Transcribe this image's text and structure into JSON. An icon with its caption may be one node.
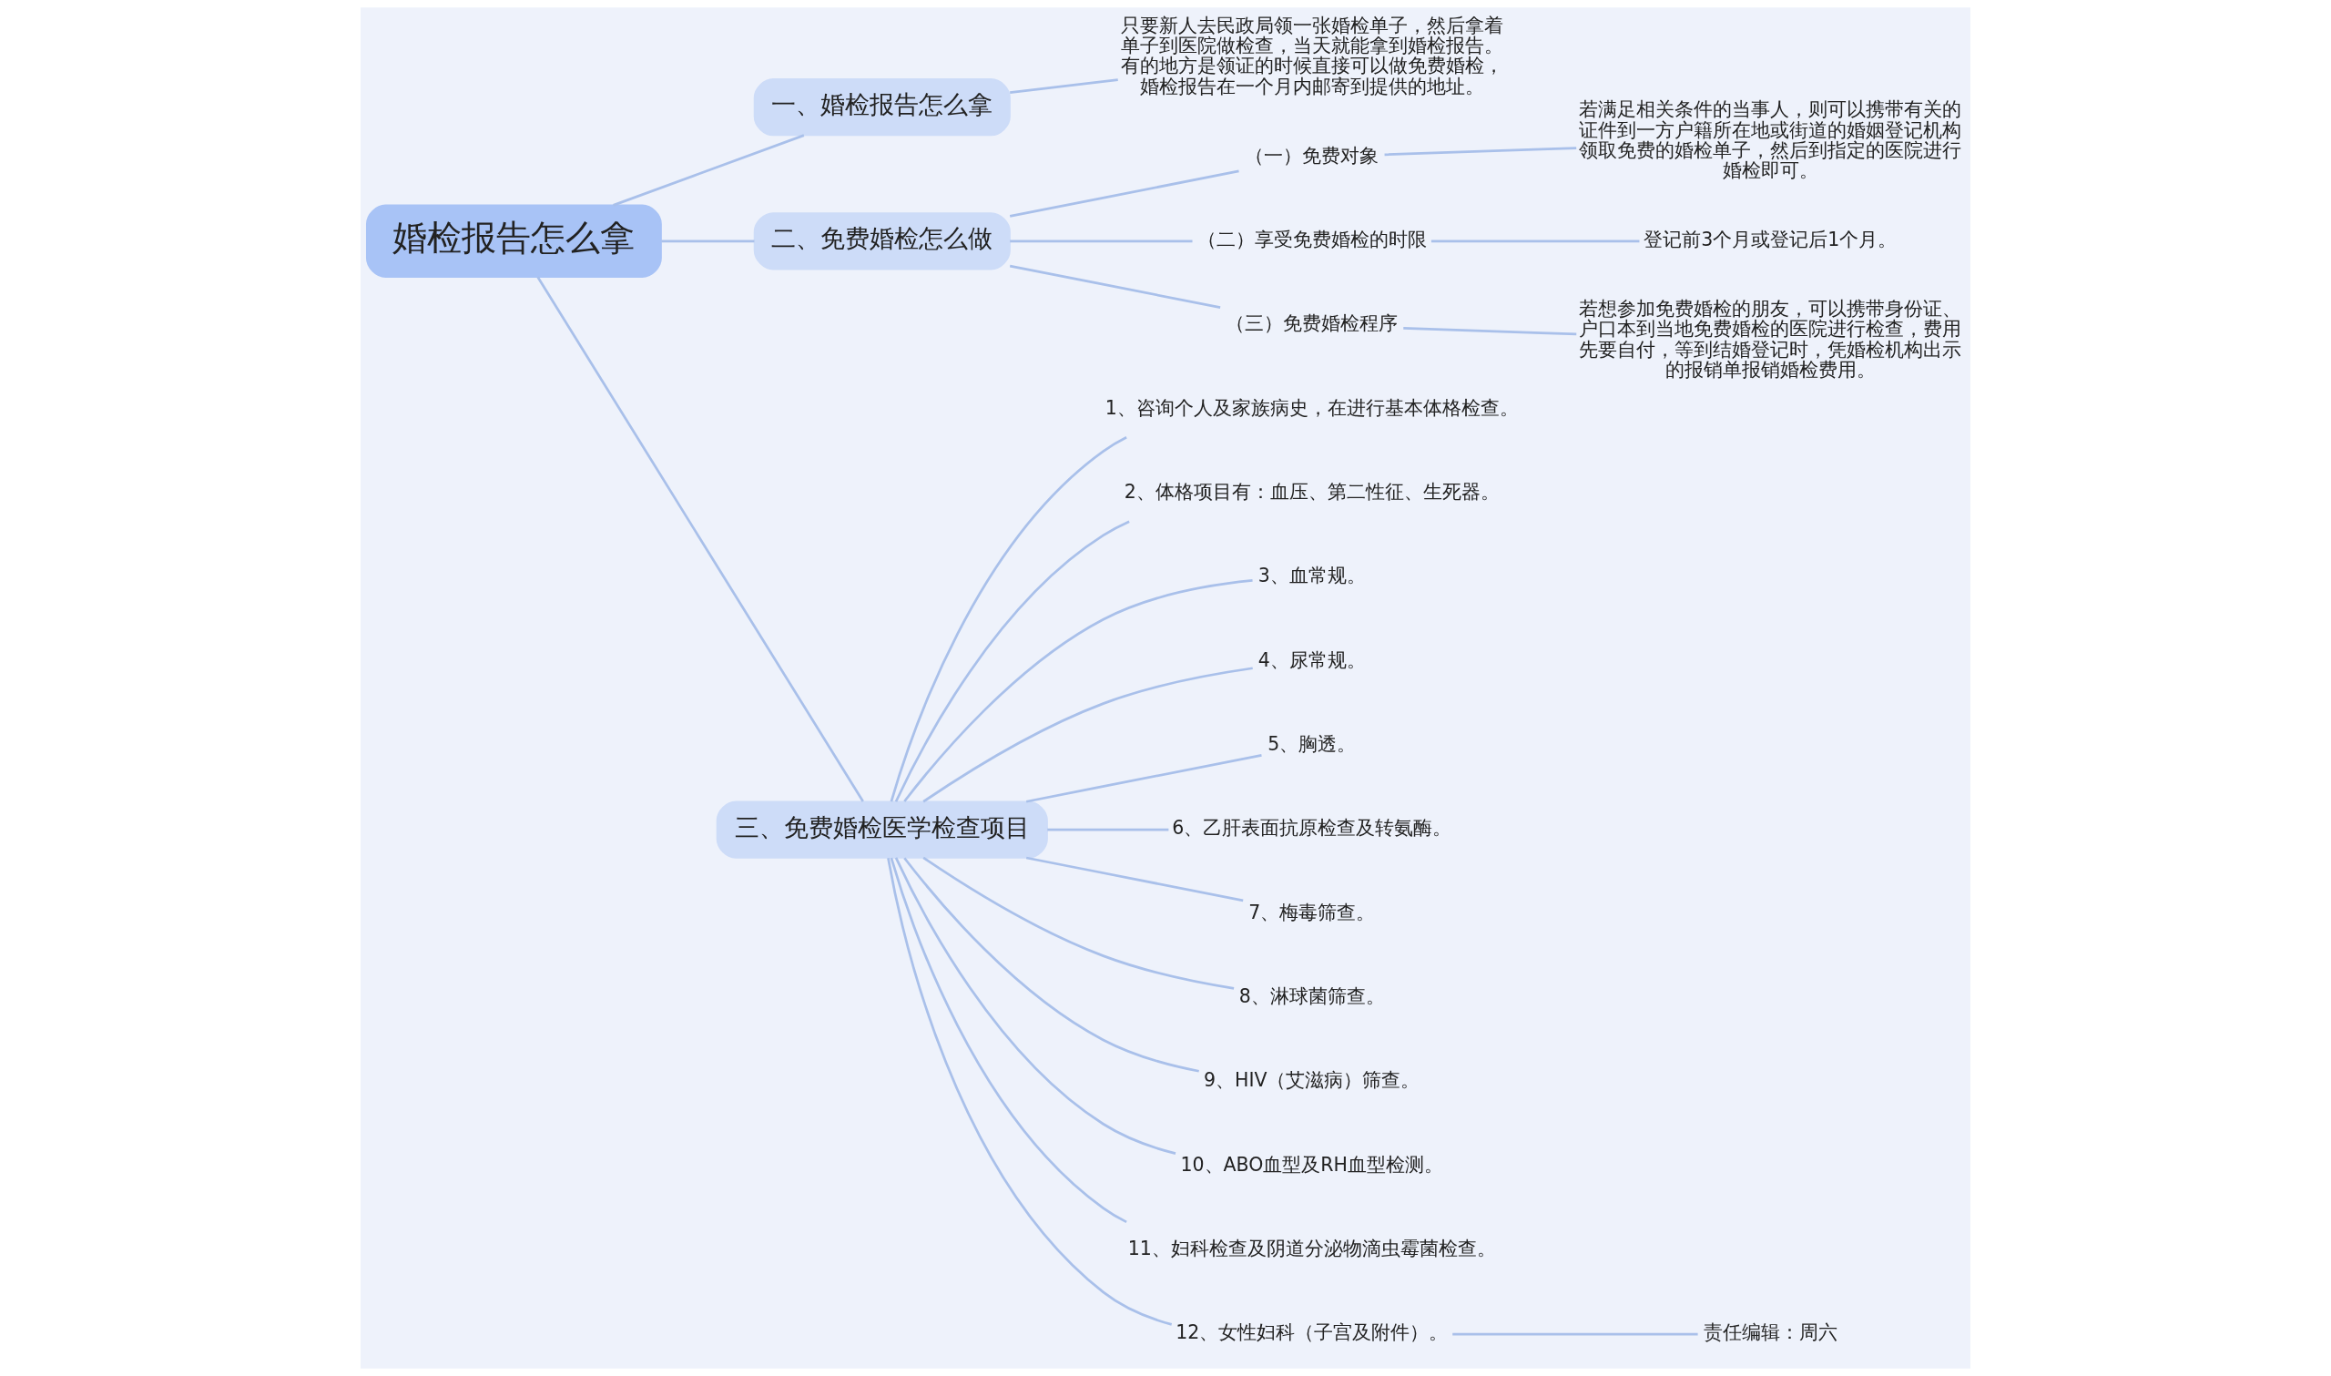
{
  "diagram": {
    "nodes": [
      {
        "text": [
          "婚检报告怎么拿"
        ]
      },
      {
        "text": [
          "一、婚检报告怎么拿"
        ]
      },
      {
        "text": [
          "只要新人去民政局领一张婚检单子，然后拿着单子到医院做检查，当天就能拿到婚检报告。有的地方是领证的时候直接可以做免费婚检，婚检报告在一个月内邮寄到提供的地址。"
        ]
      },
      {
        "text": [
          "二、免费婚检怎么做"
        ]
      },
      {
        "text": [
          "（一）免费对象"
        ]
      },
      {
        "text": [
          "若满足相关条件的当事人，则可以携带有关的证件到一方户籍所在地或街道的婚姻登记机构领取免费的婚检单子，然后到指定的医院进行婚检即可。"
        ]
      },
      {
        "text": [
          "（二）享受免费婚检的时限"
        ]
      },
      {
        "text": [
          "登记前3个月或登记后1个月。"
        ]
      },
      {
        "text": [
          "（三）免费婚检程序"
        ]
      },
      {
        "text": [
          "若想参加免费婚检的朋友，可以携带身份证、户口本到当地免费婚检的医院进行检查，费用先要自付，等到结婚登记时，凭婚检机构出示的报销单报销婚检费用。"
        ]
      },
      {
        "text": [
          "三、免费婚检医学检查项目"
        ]
      },
      {
        "text": [
          "1、咨询个人及家族病史，在进行基本体格检查。"
        ]
      },
      {
        "text": [
          "2、体格项目有：血压、第二性征、生死器。"
        ]
      },
      {
        "text": [
          "3、血常规。"
        ]
      },
      {
        "text": [
          "4、尿常规。"
        ]
      },
      {
        "text": [
          "5、胸透。"
        ]
      },
      {
        "text": [
          "6、乙肝表面抗原检查及转氨酶。"
        ]
      },
      {
        "text": [
          "7、梅毒筛查。"
        ]
      },
      {
        "text": [
          "8、淋球菌筛查。"
        ]
      },
      {
        "text": [
          "9、HIV（艾滋病）筛查。"
        ]
      },
      {
        "text": [
          "10、ABO血型及RH血型检测。"
        ]
      },
      {
        "text": [
          "11、妇科检查及阴道分泌物滴虫霉菌检查。"
        ]
      },
      {
        "text": [
          "12、女性妇科（子宫及附件）。"
        ]
      },
      {
        "text": [
          "责任编辑：周六"
        ]
      }
    ],
    "edges": [
      {
        "from": 0,
        "to": 1,
        "arrow": "none"
      },
      {
        "from": 1,
        "to": 2,
        "arrow": "none"
      },
      {
        "from": 0,
        "to": 3,
        "arrow": "none"
      },
      {
        "from": 3,
        "to": 4,
        "arrow": "none"
      },
      {
        "from": 4,
        "to": 5,
        "arrow": "none"
      },
      {
        "from": 3,
        "to": 6,
        "arrow": "none"
      },
      {
        "from": 6,
        "to": 7,
        "arrow": "none"
      },
      {
        "from": 3,
        "to": 8,
        "arrow": "none"
      },
      {
        "from": 8,
        "to": 9,
        "arrow": "none"
      },
      {
        "from": 0,
        "to": 10,
        "arrow": "none"
      },
      {
        "from": 10,
        "to": 11,
        "arrow": "none"
      },
      {
        "from": 10,
        "to": 12,
        "arrow": "none"
      },
      {
        "from": 10,
        "to": 13,
        "arrow": "none"
      },
      {
        "from": 10,
        "to": 14,
        "arrow": "none"
      },
      {
        "from": 10,
        "to": 15,
        "arrow": "none"
      },
      {
        "from": 10,
        "to": 16,
        "arrow": "none"
      },
      {
        "from": 10,
        "to": 17,
        "arrow": "none"
      },
      {
        "from": 10,
        "to": 18,
        "arrow": "none"
      },
      {
        "from": 10,
        "to": 19,
        "arrow": "none"
      },
      {
        "from": 10,
        "to": 20,
        "arrow": "none"
      },
      {
        "from": 10,
        "to": 21,
        "arrow": "none"
      },
      {
        "from": 10,
        "to": 22,
        "arrow": "none"
      },
      {
        "from": 22,
        "to": 23,
        "arrow": "none"
      }
    ]
  }
}
